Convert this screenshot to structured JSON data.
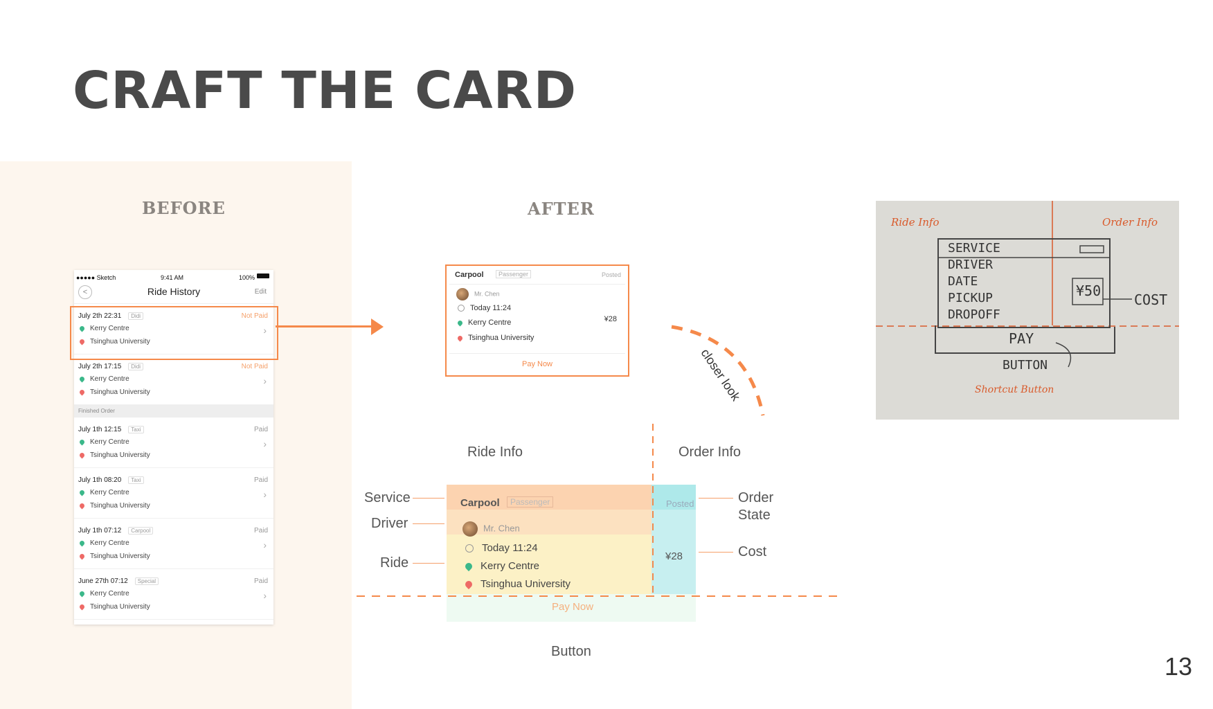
{
  "page": {
    "title": "CRAFT THE CARD",
    "page_number": "13"
  },
  "sections": {
    "before": "BEFORE",
    "after": "AFTER"
  },
  "phone": {
    "status": {
      "carrier": "●●●●● Sketch",
      "time": "9:41 AM",
      "battery": "100%"
    },
    "nav": {
      "back": "<",
      "title": "Ride History",
      "edit": "Edit"
    },
    "group_label": "Finished Order",
    "rides_unpaid": [
      {
        "date": "July 2th 22:31",
        "service": "Didi",
        "status": "Not Paid",
        "from": "Kerry Centre",
        "to": "Tsinghua University"
      },
      {
        "date": "July 2th 17:15",
        "service": "Didi",
        "status": "Not Paid",
        "from": "Kerry Centre",
        "to": "Tsinghua University"
      }
    ],
    "rides_paid": [
      {
        "date": "July 1th 12:15",
        "service": "Taxi",
        "status": "Paid",
        "from": "Kerry Centre",
        "to": "Tsinghua University"
      },
      {
        "date": "July 1th 08:20",
        "service": "Taxi",
        "status": "Paid",
        "from": "Kerry Centre",
        "to": "Tsinghua University"
      },
      {
        "date": "July 1th 07:12",
        "service": "Carpool",
        "status": "Paid",
        "from": "Kerry Centre",
        "to": "Tsinghua University"
      },
      {
        "date": "June 27th 07:12",
        "service": "Special",
        "status": "Paid",
        "from": "Kerry Centre",
        "to": "Tsinghua University"
      }
    ]
  },
  "card": {
    "service": "Carpool",
    "role": "Passenger",
    "state": "Posted",
    "driver": "Mr. Chen",
    "time": "Today 11:24",
    "from": "Kerry Centre",
    "to": "Tsinghua University",
    "price": "¥28",
    "pay": "Pay Now"
  },
  "closer_look": "closer look",
  "breakdown": {
    "ride_info": "Ride Info",
    "order_info": "Order Info",
    "service": "Service",
    "driver": "Driver",
    "ride": "Ride",
    "order": "Order",
    "state": "State",
    "cost": "Cost",
    "button": "Button"
  },
  "sketch": {
    "ride_info": "Ride Info",
    "order_info": "Order Info",
    "lines": [
      "SERVICE",
      "DRIVER",
      "DATE",
      "PICKUP",
      "DROPOFF"
    ],
    "price": "¥50",
    "cost": "COST",
    "pay": "PAY",
    "button": "BUTTON",
    "shortcut": "Shortcut Button"
  },
  "colors": {
    "accent": "#f5894a",
    "before_bg": "#fdf6ee"
  }
}
